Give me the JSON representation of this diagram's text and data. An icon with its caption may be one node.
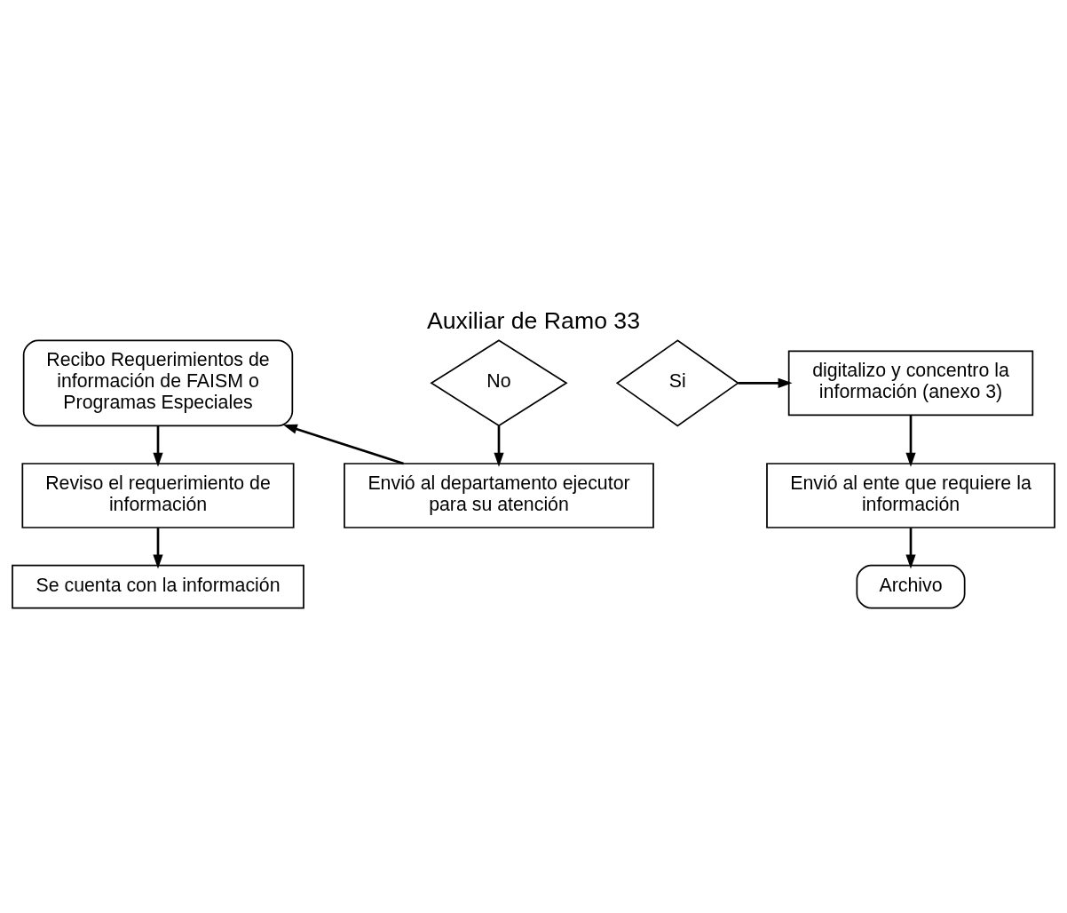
{
  "diagram": {
    "title": "Auxiliar de Ramo 33",
    "nodes": [
      {
        "text": [
          "Recibo Requerimientos de información de FAISM o Programas Especiales"
        ]
      },
      {
        "text": [
          "Reviso el requerimiento de información"
        ]
      },
      {
        "text": [
          "Se cuenta con la información"
        ]
      },
      {
        "text": [
          "No"
        ]
      },
      {
        "text": [
          "Si"
        ]
      },
      {
        "text": [
          "digitalizo y concentro la información (anexo 3)"
        ]
      },
      {
        "text": [
          "Envió al departamento ejecutor para su atención"
        ]
      },
      {
        "text": [
          "Envió al ente que requiere la información"
        ]
      },
      {
        "text": [
          "Archivo"
        ]
      }
    ],
    "edges": [
      {
        "from": 0,
        "to": 1,
        "arrow": "to"
      },
      {
        "from": 1,
        "to": 2,
        "arrow": "to"
      },
      {
        "from": 4,
        "to": 5,
        "arrow": "to"
      },
      {
        "from": 3,
        "to": 6,
        "arrow": "to"
      },
      {
        "from": 6,
        "to": 0,
        "arrow": "to"
      },
      {
        "from": 5,
        "to": 7,
        "arrow": "to"
      },
      {
        "from": 7,
        "to": 8,
        "arrow": "to"
      }
    ]
  }
}
